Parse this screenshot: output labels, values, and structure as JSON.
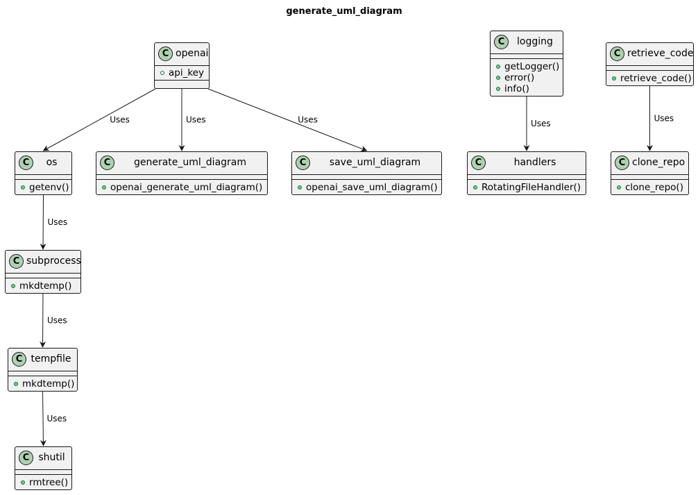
{
  "diagram": {
    "title": "generate_uml_diagram",
    "colors": {
      "class_fill": "#f1f1f1",
      "border": "#181818",
      "badge": "#add1b2",
      "method_dot": "#84be84",
      "dot_outline": "#038048"
    },
    "classes": {
      "openai": {
        "badge": "C",
        "name": "openai",
        "attributes": [
          "api_key"
        ],
        "methods": []
      },
      "logging": {
        "badge": "C",
        "name": "logging",
        "attributes": [],
        "methods": [
          "getLogger()",
          "error()",
          "info()"
        ]
      },
      "retrieve_code": {
        "badge": "C",
        "name": "retrieve_code",
        "attributes": [],
        "methods": [
          "retrieve_code()"
        ]
      },
      "os": {
        "badge": "C",
        "name": "os",
        "attributes": [],
        "methods": [
          "getenv()"
        ]
      },
      "generate_uml_diagram": {
        "badge": "C",
        "name": "generate_uml_diagram",
        "attributes": [],
        "methods": [
          "openai_generate_uml_diagram()"
        ]
      },
      "save_uml_diagram": {
        "badge": "C",
        "name": "save_uml_diagram",
        "attributes": [],
        "methods": [
          "openai_save_uml_diagram()"
        ]
      },
      "handlers": {
        "badge": "C",
        "name": "handlers",
        "attributes": [],
        "methods": [
          "RotatingFileHandler()"
        ]
      },
      "clone_repo": {
        "badge": "C",
        "name": "clone_repo",
        "attributes": [],
        "methods": [
          "clone_repo()"
        ]
      },
      "subprocess": {
        "badge": "C",
        "name": "subprocess",
        "attributes": [],
        "methods": [
          "mkdtemp()"
        ]
      },
      "tempfile": {
        "badge": "C",
        "name": "tempfile",
        "attributes": [],
        "methods": [
          "mkdtemp()"
        ]
      },
      "shutil": {
        "badge": "C",
        "name": "shutil",
        "attributes": [],
        "methods": [
          "rmtree()"
        ]
      }
    },
    "edges": [
      {
        "from": "openai",
        "to": "os",
        "label": "Uses"
      },
      {
        "from": "openai",
        "to": "generate_uml_diagram",
        "label": "Uses"
      },
      {
        "from": "openai",
        "to": "save_uml_diagram",
        "label": "Uses"
      },
      {
        "from": "logging",
        "to": "handlers",
        "label": "Uses"
      },
      {
        "from": "retrieve_code",
        "to": "clone_repo",
        "label": "Uses"
      },
      {
        "from": "os",
        "to": "subprocess",
        "label": "Uses"
      },
      {
        "from": "subprocess",
        "to": "tempfile",
        "label": "Uses"
      },
      {
        "from": "tempfile",
        "to": "shutil",
        "label": "Uses"
      }
    ]
  }
}
